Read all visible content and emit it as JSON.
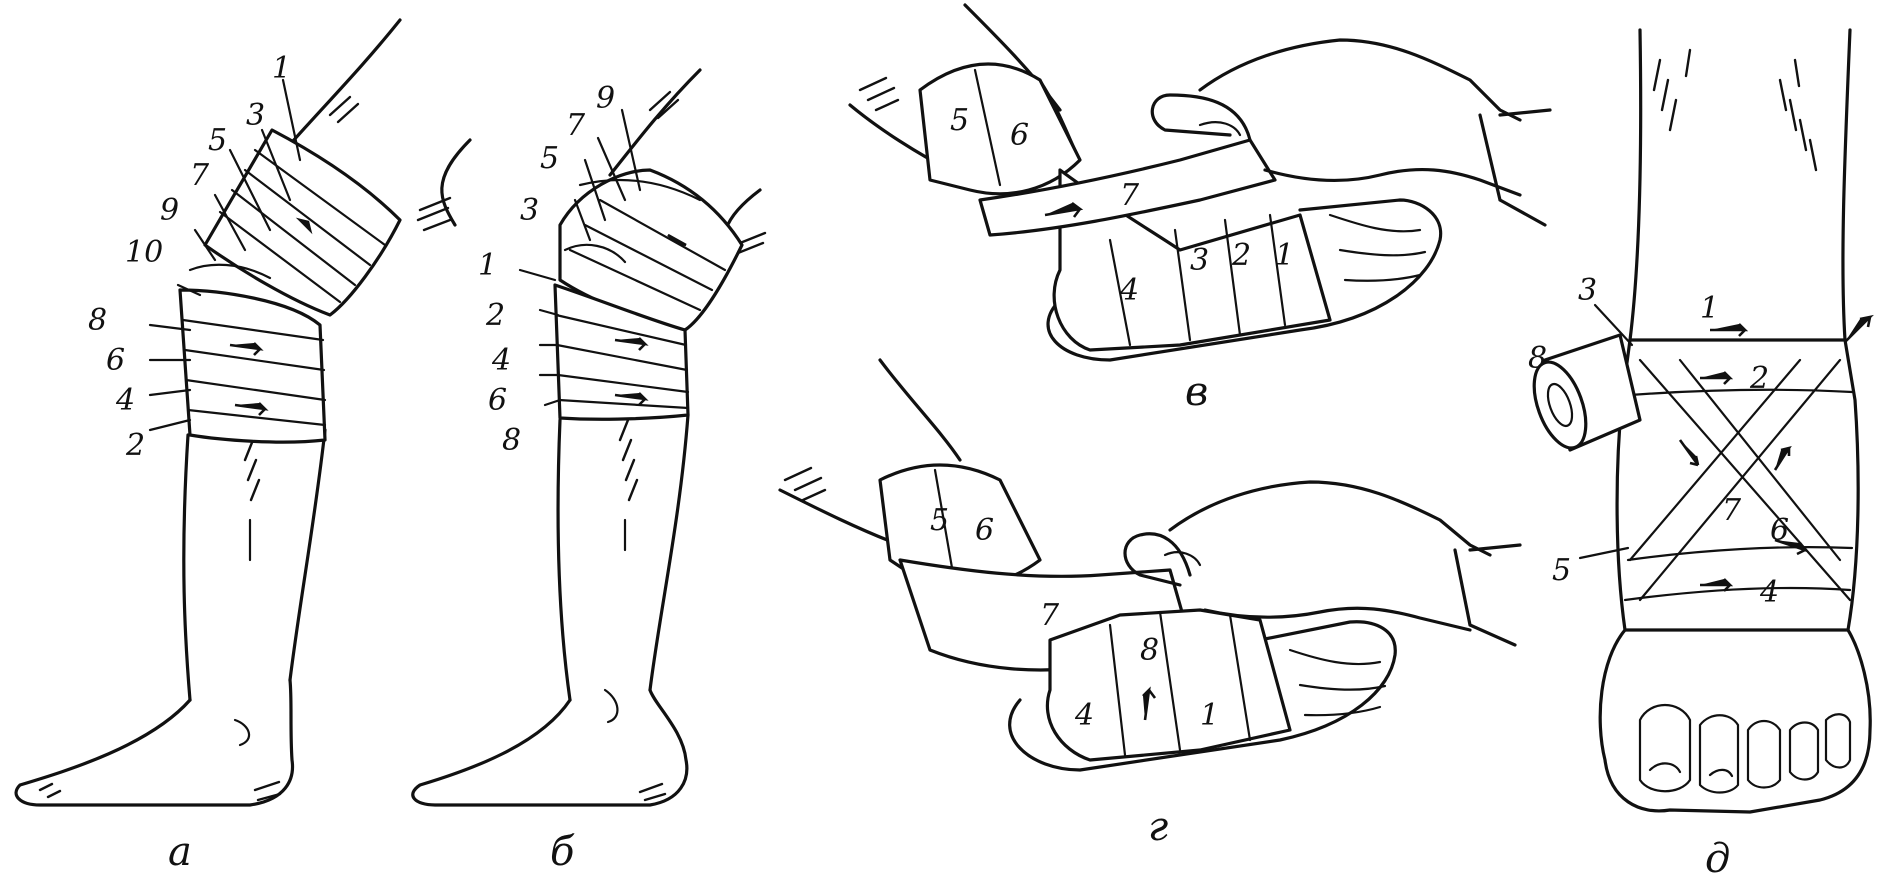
{
  "panels": [
    {
      "id": "a",
      "caption": "а",
      "labels": [
        "1",
        "3",
        "5",
        "7",
        "9",
        "10",
        "8",
        "6",
        "4",
        "2"
      ],
      "tour_numbers": []
    },
    {
      "id": "b",
      "caption": "б",
      "labels": [
        "9",
        "7",
        "5",
        "3",
        "1",
        "2",
        "4",
        "6",
        "8"
      ],
      "tour_numbers": []
    },
    {
      "id": "v",
      "caption": "в",
      "labels": [],
      "tour_numbers": [
        "5",
        "6",
        "7",
        "4",
        "3",
        "2",
        "1"
      ]
    },
    {
      "id": "g",
      "caption": "г",
      "labels": [],
      "tour_numbers": [
        "5",
        "6",
        "7",
        "8",
        "4",
        "1"
      ]
    },
    {
      "id": "d",
      "caption": "д",
      "labels": [
        "3",
        "1",
        "8",
        "5"
      ],
      "tour_numbers": [
        "2",
        "7",
        "6",
        "4"
      ]
    }
  ]
}
